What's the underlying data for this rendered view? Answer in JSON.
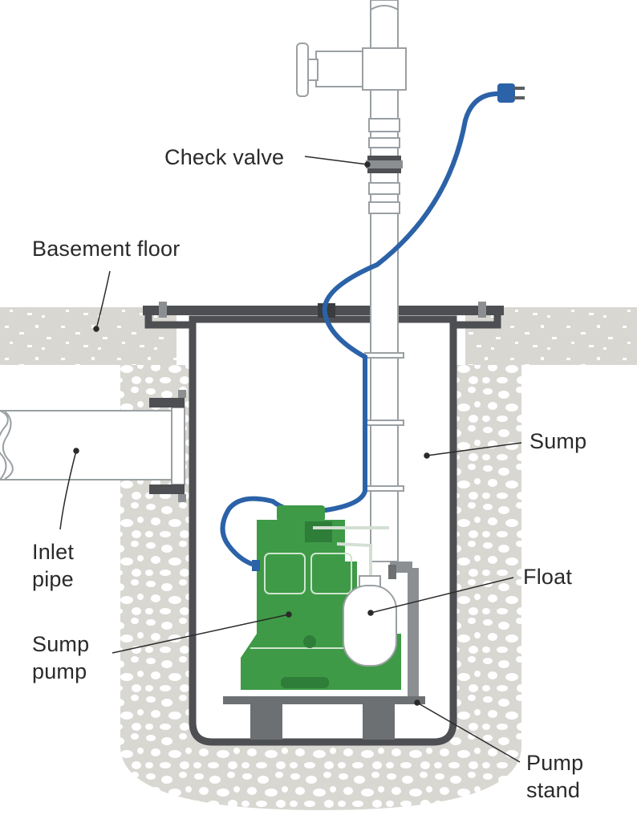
{
  "labels": {
    "check_valve": "Check valve",
    "basement_floor": "Basement floor",
    "sump": "Sump",
    "inlet_pipe": [
      "Inlet",
      "pipe"
    ],
    "float": "Float",
    "sump_pump": [
      "Sump",
      "pump"
    ],
    "pump_stand": [
      "Pump",
      "stand"
    ]
  },
  "colors": {
    "gravel": "#d9d7d2",
    "pit_wall": "#4d4f52",
    "pipe_outline": "#9aa0a3",
    "cord": "#2b62a8",
    "pump": "#3e9a47",
    "pump_dark": "#2e7d38",
    "stand": "#6d7073"
  }
}
